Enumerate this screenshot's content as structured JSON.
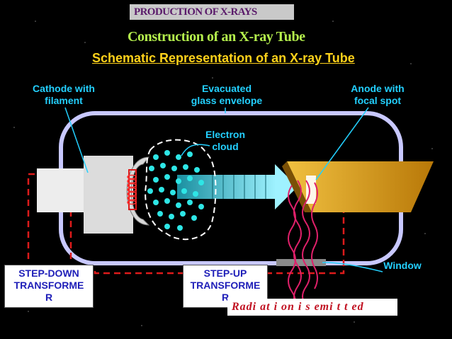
{
  "header": {
    "section_title": "PRODUCTION OF X-RAYS"
  },
  "titles": {
    "construction": "Construction of an X-ray Tube",
    "schematic": "Schematic Representation of an X-ray Tube"
  },
  "labels": {
    "cathode_line1": "Cathode with",
    "cathode_line2": "filament",
    "envelope_line1": "Evacuated",
    "envelope_line2": "glass envelope",
    "anode_line1": "Anode with",
    "anode_line2": "focal spot",
    "cloud_line1": "Electron",
    "cloud_line2": "cloud",
    "window": "Window"
  },
  "transformers": {
    "step_down": {
      "line1": "STEP-DOWN",
      "line2": "TRANSFORME",
      "line3": "R"
    },
    "step_up": {
      "line1": "STEP-UP",
      "line2": "TRANSFORME",
      "line3": "R"
    }
  },
  "caption": {
    "radiation": "Radi at i on i s emi t t ed"
  },
  "colors": {
    "background": "#000000",
    "label_cyan": "#23d0ff",
    "header_purple": "#5a1a6a",
    "construction_green": "#b5f04d",
    "schematic_yellow": "#ffd21a",
    "envelope": "#c8c8ff",
    "circuit_red": "#dd1b1b",
    "anode_gold": "#d89a1a",
    "electron_cyan": "#2ee6e6"
  }
}
